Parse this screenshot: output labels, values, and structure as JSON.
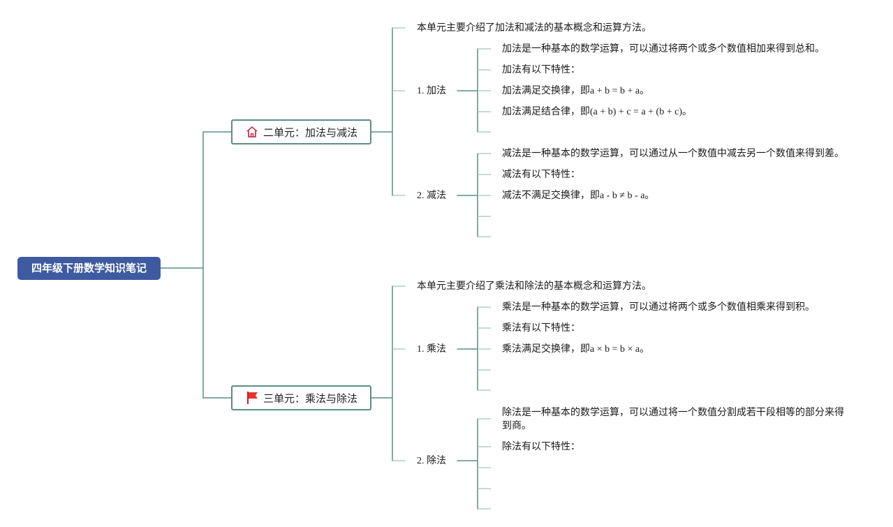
{
  "root": {
    "label": "四年级下册数学知识笔记"
  },
  "units": [
    {
      "label": "二单元：加法与减法",
      "icon": "house-icon",
      "intro": "本单元主要介绍了加法和减法的基本概念和运算方法。",
      "sections": [
        {
          "label": "1. 加法",
          "items": [
            "加法是一种基本的数学运算，可以通过将两个或多个数值相加来得到总和。",
            "加法有以下特性：",
            "加法满足交换律，即a + b = b + a。",
            "加法满足结合律，即(a + b) + c = a + (b + c)。",
            ""
          ]
        },
        {
          "label": "2. 减法",
          "items": [
            "减法是一种基本的数学运算，可以通过从一个数值中减去另一个数值来得到差。",
            "减法有以下特性：",
            "减法不满足交换律，即a - b ≠ b - a。",
            "",
            ""
          ]
        }
      ]
    },
    {
      "label": "三单元：乘法与除法",
      "icon": "red-flag-icon",
      "intro": "本单元主要介绍了乘法和除法的基本概念和运算方法。",
      "sections": [
        {
          "label": "1. 乘法",
          "items": [
            "乘法是一种基本的数学运算，可以通过将两个或多个数值相乘来得到积。",
            "乘法有以下特性：",
            "乘法满足交换律，即a × b = b × a。",
            "",
            ""
          ]
        },
        {
          "label": "2. 除法",
          "items": [
            "除法是一种基本的数学运算，可以通过将一个数值分割成若干段相等的部分来得到商。",
            "除法有以下特性：",
            "",
            "",
            ""
          ]
        }
      ]
    }
  ],
  "colors": {
    "root_fill": "#3e5aa0",
    "root_connector": "#5a8d85",
    "unit_border": "#5a8d85",
    "leaf_line": "#8db5ad",
    "house_icon": "#c0395a",
    "flag_icon": "#e8332a"
  }
}
